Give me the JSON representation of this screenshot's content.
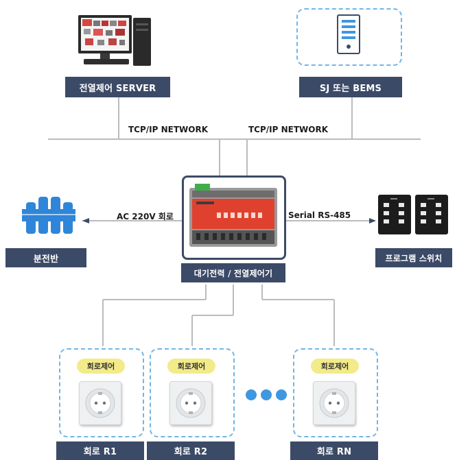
{
  "server": {
    "label": "전열제어 SERVER"
  },
  "bems": {
    "label": "SJ 또는 BEMS"
  },
  "network": {
    "left_label": "TCP/IP NETWORK",
    "right_label": "TCP/IP NETWORK"
  },
  "panel": {
    "label": "분전반"
  },
  "controller": {
    "label": "대기전력 / 전열제어기",
    "left_link": "AC 220V 회로",
    "right_link": "Serial RS-485"
  },
  "switch": {
    "label": "프로그램 스위치"
  },
  "circuits": [
    {
      "tag": "회로제어",
      "label": "회로 R1"
    },
    {
      "tag": "회로제어",
      "label": "회로 R2"
    },
    {
      "tag": "회로제어",
      "label": "회로 RN"
    }
  ],
  "colors": {
    "label_bg": "#3b4a66",
    "accent_blue": "#3f97e0",
    "dashed_border": "#6fb6e6",
    "pill_bg": "#f3eb8a",
    "controller_red": "#e0412f"
  }
}
